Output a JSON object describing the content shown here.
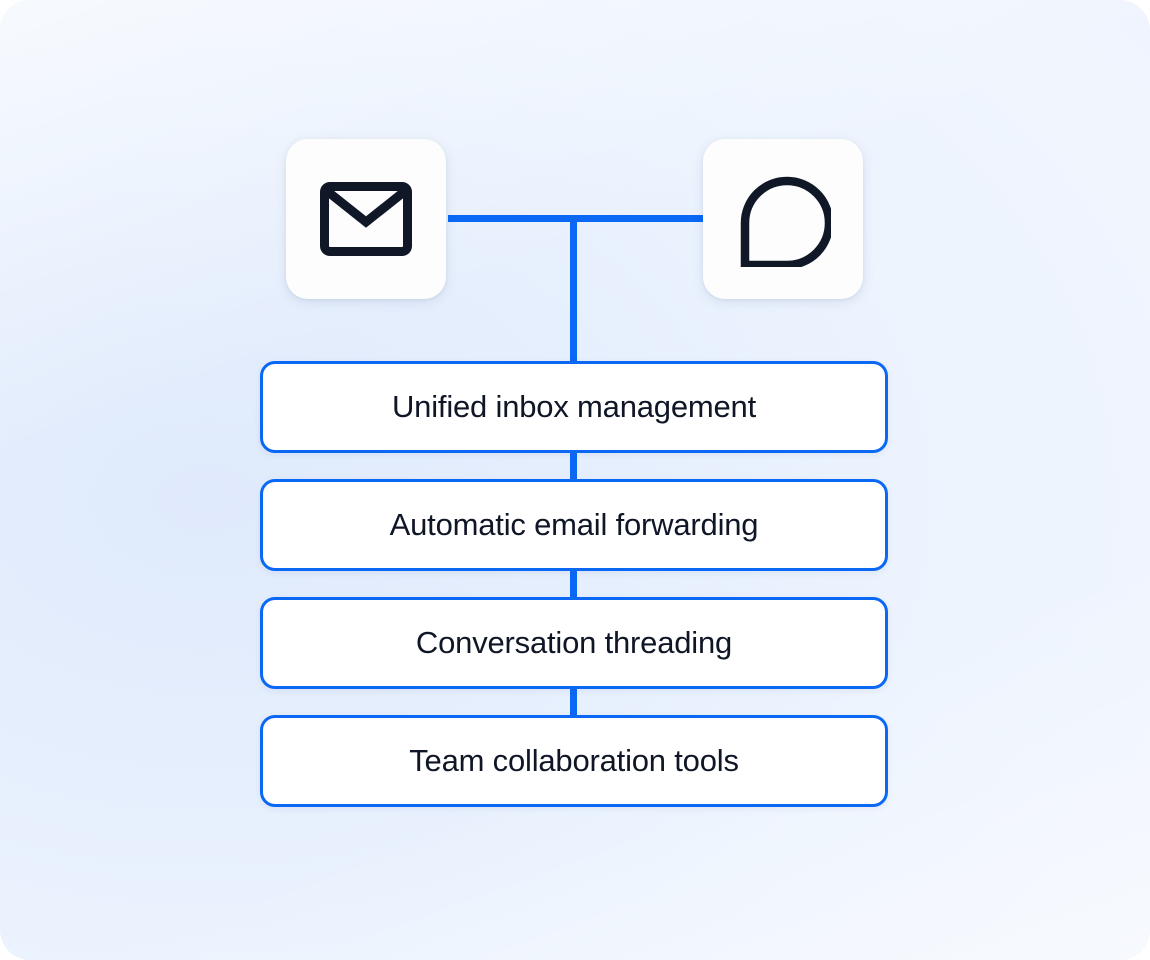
{
  "diagram": {
    "title_hidden": "",
    "accent_color": "#0a68f5",
    "text_color": "#0f1626",
    "card_background": "#fdfdfe",
    "canvas_background_light": "#eff4fd",
    "canvas_background_mid": "#dfeafc",
    "sources": [
      {
        "id": "email",
        "icon": "envelope-icon",
        "label": ""
      },
      {
        "id": "conversation",
        "icon": "chat-bubbles-icon",
        "label": ""
      }
    ],
    "features": [
      {
        "label": "Unified inbox management"
      },
      {
        "label": "Automatic email forwarding"
      },
      {
        "label": "Conversation threading"
      },
      {
        "label": "Team collaboration tools"
      }
    ],
    "connectors": [
      {
        "name": "horizontal-trunk",
        "orientation": "horizontal"
      },
      {
        "name": "trunk-drop",
        "orientation": "vertical"
      },
      {
        "name": "link-box-0-to-1",
        "orientation": "vertical"
      },
      {
        "name": "link-box-1-to-2",
        "orientation": "vertical"
      },
      {
        "name": "link-box-2-to-3",
        "orientation": "vertical"
      }
    ]
  }
}
